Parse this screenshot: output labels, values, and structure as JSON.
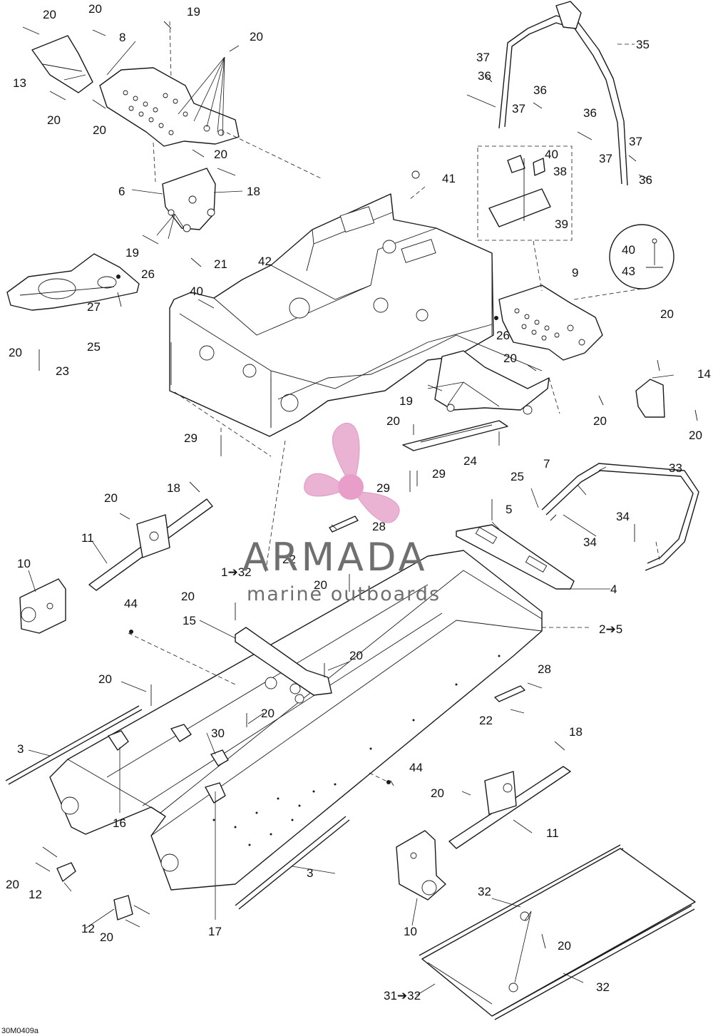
{
  "drawing_code": "30M0409a",
  "watermark": {
    "brand": "ARMADA",
    "tagline": "marine outboards",
    "colors": {
      "logo": "#e8a6cc",
      "logo_center": "#e48ec0",
      "text": "#6f6f6f"
    }
  },
  "labels": [
    {
      "id": "l1",
      "text": "20"
    },
    {
      "id": "l2",
      "text": "20"
    },
    {
      "id": "l3",
      "text": "19"
    },
    {
      "id": "l4",
      "text": "8"
    },
    {
      "id": "l5",
      "text": "20"
    },
    {
      "id": "l6",
      "text": "13"
    },
    {
      "id": "l7",
      "text": "20"
    },
    {
      "id": "l8",
      "text": "20"
    },
    {
      "id": "l9",
      "text": "20"
    },
    {
      "id": "l10",
      "text": "6"
    },
    {
      "id": "l11",
      "text": "18"
    },
    {
      "id": "l12",
      "text": "19"
    },
    {
      "id": "l13",
      "text": "21"
    },
    {
      "id": "l14",
      "text": "42"
    },
    {
      "id": "l15",
      "text": "26"
    },
    {
      "id": "l16",
      "text": "40"
    },
    {
      "id": "l17",
      "text": "27"
    },
    {
      "id": "l18",
      "text": "25"
    },
    {
      "id": "l19",
      "text": "20"
    },
    {
      "id": "l20",
      "text": "23"
    },
    {
      "id": "l21",
      "text": "29"
    },
    {
      "id": "l22",
      "text": "41"
    },
    {
      "id": "l23",
      "text": "37"
    },
    {
      "id": "l24",
      "text": "35"
    },
    {
      "id": "l25",
      "text": "36"
    },
    {
      "id": "l26",
      "text": "36"
    },
    {
      "id": "l27",
      "text": "37"
    },
    {
      "id": "l28",
      "text": "36"
    },
    {
      "id": "l29",
      "text": "37"
    },
    {
      "id": "l30",
      "text": "37"
    },
    {
      "id": "l31",
      "text": "36"
    },
    {
      "id": "l32",
      "text": "40"
    },
    {
      "id": "l33",
      "text": "38"
    },
    {
      "id": "l34",
      "text": "39"
    },
    {
      "id": "l35",
      "text": "40"
    },
    {
      "id": "l36",
      "text": "43"
    },
    {
      "id": "l37",
      "text": "9"
    },
    {
      "id": "l38",
      "text": "20"
    },
    {
      "id": "l39",
      "text": "26"
    },
    {
      "id": "l40",
      "text": "20"
    },
    {
      "id": "l41",
      "text": "14"
    },
    {
      "id": "l42",
      "text": "19"
    },
    {
      "id": "l43",
      "text": "20"
    },
    {
      "id": "l44",
      "text": "20"
    },
    {
      "id": "l45",
      "text": "20"
    },
    {
      "id": "l46",
      "text": "24"
    },
    {
      "id": "l47",
      "text": "25"
    },
    {
      "id": "l48",
      "text": "7"
    },
    {
      "id": "l49",
      "text": "29"
    },
    {
      "id": "l50",
      "text": "29"
    },
    {
      "id": "l51",
      "text": "33"
    },
    {
      "id": "l52",
      "text": "18"
    },
    {
      "id": "l53",
      "text": "20"
    },
    {
      "id": "l54",
      "text": "11"
    },
    {
      "id": "l55",
      "text": "10"
    },
    {
      "id": "l56",
      "text": "5"
    },
    {
      "id": "l57",
      "text": "34"
    },
    {
      "id": "l58",
      "text": "34"
    },
    {
      "id": "l59",
      "text": "28"
    },
    {
      "id": "l60",
      "text": "22"
    },
    {
      "id": "l61",
      "text": "1➔32"
    },
    {
      "id": "l62",
      "text": "20"
    },
    {
      "id": "l63",
      "text": "4"
    },
    {
      "id": "l64",
      "text": "44"
    },
    {
      "id": "l65",
      "text": "20"
    },
    {
      "id": "l66",
      "text": "15"
    },
    {
      "id": "l67",
      "text": "2➔5"
    },
    {
      "id": "l68",
      "text": "20"
    },
    {
      "id": "l69",
      "text": "20"
    },
    {
      "id": "l70",
      "text": "28"
    },
    {
      "id": "l71",
      "text": "20"
    },
    {
      "id": "l72",
      "text": "22"
    },
    {
      "id": "l73",
      "text": "3"
    },
    {
      "id": "l74",
      "text": "30"
    },
    {
      "id": "l75",
      "text": "18"
    },
    {
      "id": "l76",
      "text": "44"
    },
    {
      "id": "l77",
      "text": "20"
    },
    {
      "id": "l78",
      "text": "16"
    },
    {
      "id": "l79",
      "text": "11"
    },
    {
      "id": "l80",
      "text": "20"
    },
    {
      "id": "l81",
      "text": "12"
    },
    {
      "id": "l82",
      "text": "3"
    },
    {
      "id": "l83",
      "text": "17"
    },
    {
      "id": "l84",
      "text": "10"
    },
    {
      "id": "l85",
      "text": "32"
    },
    {
      "id": "l86",
      "text": "12"
    },
    {
      "id": "l87",
      "text": "20"
    },
    {
      "id": "l88",
      "text": "20"
    },
    {
      "id": "l89",
      "text": "31➔32"
    },
    {
      "id": "l90",
      "text": "32"
    }
  ]
}
